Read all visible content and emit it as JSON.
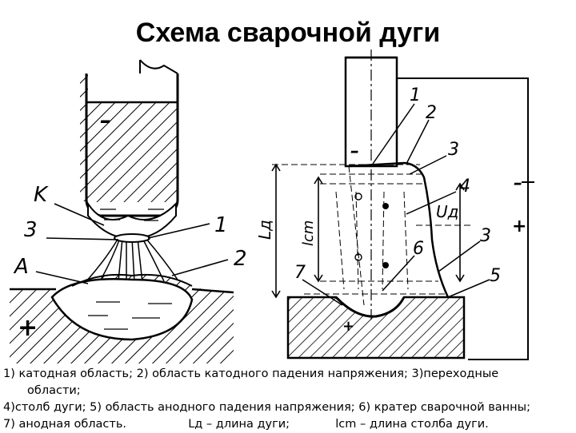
{
  "title": "Схема сварочной дуги",
  "left_figure": {
    "labels": {
      "k": "K",
      "three": "3",
      "a": "A",
      "one": "1",
      "two": "2",
      "minus": "–",
      "plus": "+"
    }
  },
  "right_figure": {
    "labels": {
      "n1": "1",
      "n2": "2",
      "n3": "3",
      "n4": "4",
      "n3b": "3",
      "n5": "5",
      "n6": "6",
      "n7": "7",
      "ld": "Lд",
      "lcm": "lcm",
      "ud": "Uд",
      "electrode_minus": "–",
      "terminal_minus": "–",
      "terminal_plus": "+",
      "plate_plus": "+"
    }
  },
  "caption": {
    "line1": "1)  катодная область; 2) область катодного падения напряжения;  3)переходные",
    "line2": "области;",
    "line3": "4)столб дуги; 5) область анодного падения напряжения; 6) кратер сварочной ванны;",
    "line4a": "7) анодная область.",
    "line4b": "Lд – длина дуги;",
    "line4c": "lcm – длина столба дуги."
  }
}
